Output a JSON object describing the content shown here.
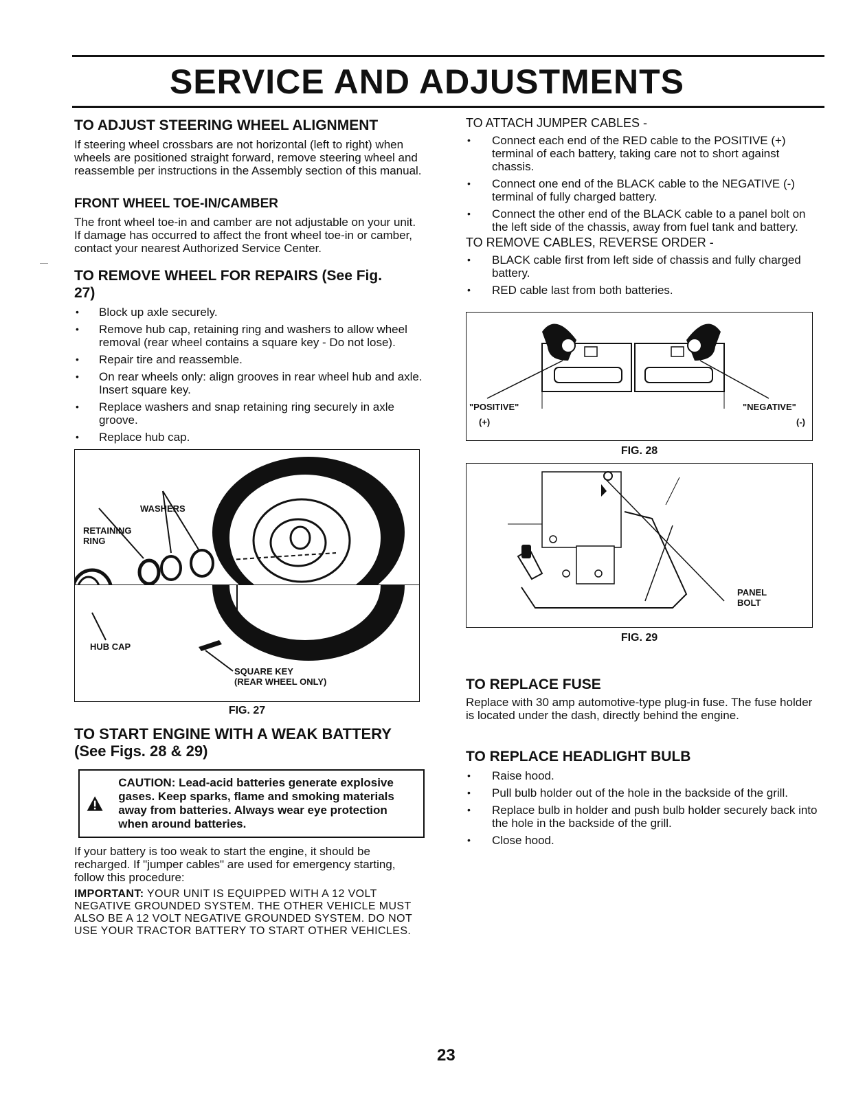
{
  "page": {
    "title": "SERVICE AND ADJUSTMENTS",
    "page_number": "23"
  },
  "left": {
    "steering": {
      "heading": "TO ADJUST STEERING WHEEL ALIGNMENT",
      "body": "If steering wheel crossbars are not horizontal (left to right) when wheels are positioned straight forward, remove steering wheel and reassemble per instructions in the Assembly section of this manual."
    },
    "toe": {
      "heading": "FRONT WHEEL TOE-IN/CAMBER",
      "body": "The front wheel toe-in and camber are not adjustable on your unit. If damage has occurred to affect the front wheel toe-in or camber, contact your nearest Authorized Service Center."
    },
    "remove_wheel": {
      "heading": "TO REMOVE WHEEL FOR REPAIRS (See Fig. 27)",
      "items": [
        "Block up axle securely.",
        "Remove hub cap, retaining ring and washers to allow wheel removal (rear wheel contains a square key - Do not lose).",
        "Repair tire and reassemble.",
        "On rear wheels only: align grooves in rear wheel hub and axle. Insert square key.",
        "Replace washers and snap retaining ring securely in axle groove.",
        "Replace hub cap."
      ]
    },
    "fig27": {
      "label": "FIG. 27",
      "washers": "WASHERS",
      "retaining_ring_1": "RETAINING",
      "retaining_ring_2": "RING",
      "hub_cap": "HUB CAP",
      "square_key_1": "SQUARE KEY",
      "square_key_2": "(REAR WHEEL ONLY)"
    },
    "weak_battery": {
      "heading": "TO START ENGINE WITH A WEAK BATTERY (See Figs. 28 & 29)",
      "caution": "CAUTION: Lead-acid batteries generate explosive gases. Keep sparks, flame and smoking materials away from batteries. Always wear eye protection when around batteries.",
      "body": "If your battery is too weak to start the engine, it should be recharged. If \"jumper cables\" are used for emergency starting, follow this procedure:",
      "important_label": "IMPORTANT:",
      "important_text": "YOUR UNIT IS EQUIPPED WITH A 12 VOLT NEGATIVE GROUNDED SYSTEM. THE OTHER VEHICLE MUST ALSO BE A 12 VOLT NEGATIVE GROUNDED SYSTEM. DO NOT USE YOUR TRACTOR BATTERY TO START OTHER VEHICLES."
    }
  },
  "right": {
    "attach": {
      "heading": "TO ATTACH JUMPER CABLES -",
      "items": [
        "Connect each end of the RED cable to the POSITIVE (+) terminal of each battery, taking care not to short against chassis.",
        "Connect one end of the BLACK cable to the NEGATIVE (-) terminal of fully charged battery.",
        "Connect the other end of the BLACK cable to a panel bolt on the left side of the chassis, away from fuel tank and battery."
      ]
    },
    "remove_cables": {
      "heading": "TO REMOVE CABLES, REVERSE ORDER -",
      "items": [
        "BLACK cable first from left side of chassis and fully charged battery.",
        "RED cable last from both batteries."
      ]
    },
    "fig28": {
      "label": "FIG. 28",
      "positive": "\"POSITIVE\"",
      "positive_sign": "(+)",
      "negative": "\"NEGATIVE\"",
      "negative_sign": "(-)"
    },
    "fig29": {
      "label": "FIG. 29",
      "panel": "PANEL",
      "bolt": "BOLT"
    },
    "fuse": {
      "heading": "TO REPLACE FUSE",
      "body": "Replace with 30 amp automotive-type plug-in fuse. The fuse holder is located under the dash, directly behind the engine."
    },
    "headlight": {
      "heading": "TO REPLACE HEADLIGHT BULB",
      "items": [
        "Raise hood.",
        "Pull bulb holder out of the hole in the backside of the grill.",
        "Replace bulb in holder and push bulb holder securely back into the hole in the backside of the grill.",
        "Close hood."
      ]
    }
  }
}
